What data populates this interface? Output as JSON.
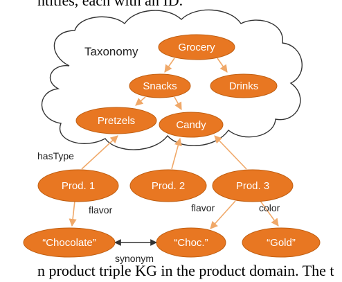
{
  "captions": {
    "top": "ntities, each with an ID.",
    "bottom": "n product triple KG in the product domain. The t"
  },
  "taxonomy_label": "Taxonomy",
  "colors": {
    "node_fill": "#E87722",
    "node_stroke": "#C05F12",
    "edge": "#F0A868",
    "cloud_stroke": "#333333"
  },
  "nodes": {
    "grocery": "Grocery",
    "snacks": "Snacks",
    "drinks": "Drinks",
    "pretzels": "Pretzels",
    "candy": "Candy",
    "prod1": "Prod. 1",
    "prod2": "Prod. 2",
    "prod3": "Prod. 3",
    "chocolate": "“Chocolate”",
    "choc": "“Choc.”",
    "gold": "“Gold”"
  },
  "edge_labels": {
    "has_type": "hasType",
    "flavor_1": "flavor",
    "flavor_2": "flavor",
    "color": "color",
    "synonym": "synonym"
  }
}
